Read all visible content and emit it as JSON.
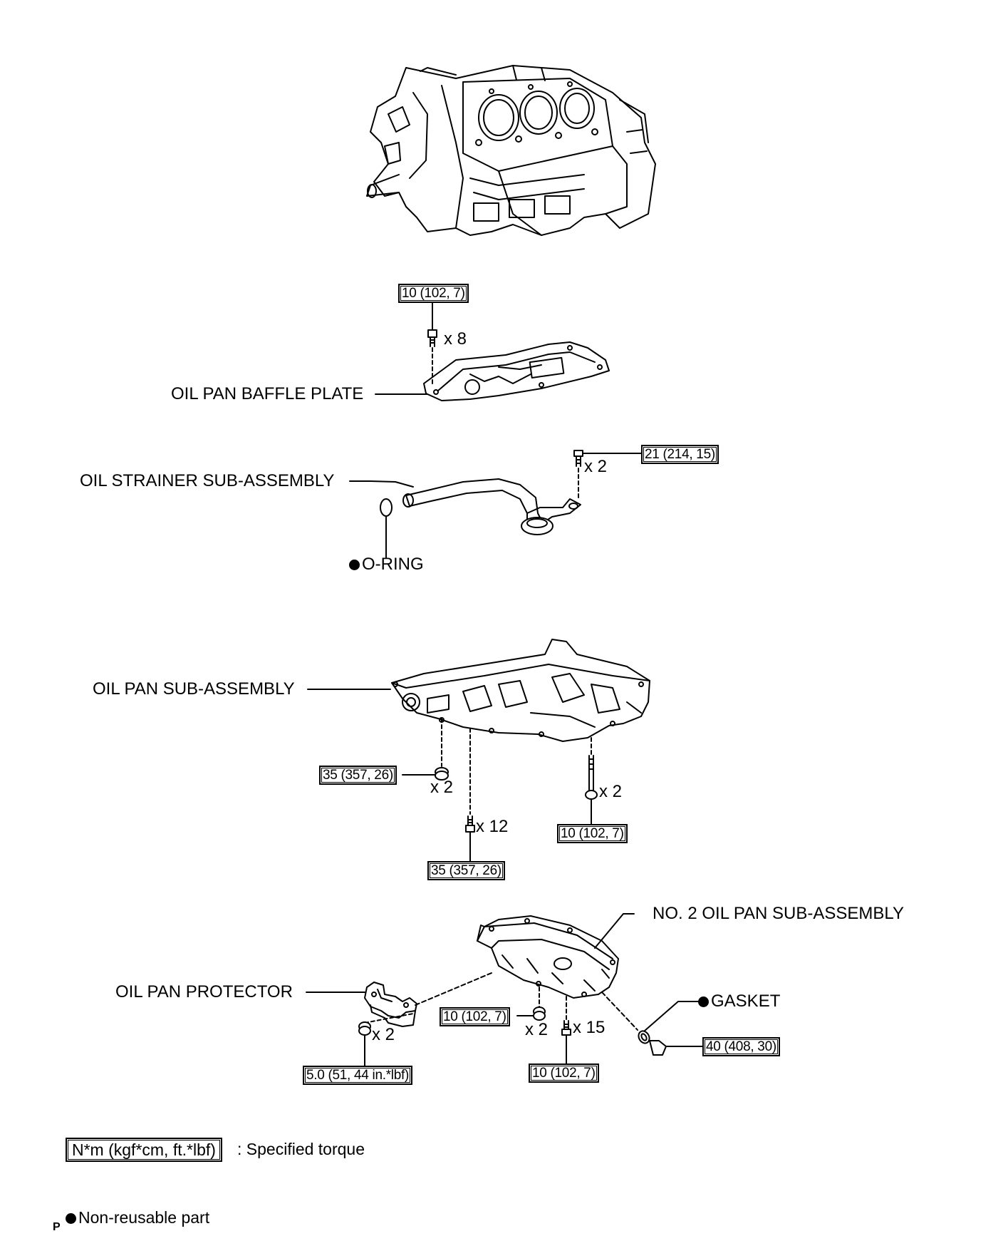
{
  "labels": {
    "baffle_plate": "OIL PAN BAFFLE PLATE",
    "strainer": "OIL STRAINER SUB-ASSEMBLY",
    "o_ring": "O-RING",
    "oil_pan": "OIL PAN SUB-ASSEMBLY",
    "no2_oil_pan": "NO. 2 OIL PAN SUB-ASSEMBLY",
    "protector": "OIL PAN PROTECTOR",
    "gasket": "GASKET"
  },
  "torques": {
    "baffle_bolts": "10 (102, 7)",
    "strainer_bolts": "21 (214, 15)",
    "pan_nuts": "35 (357, 26)",
    "pan_bolts_12": "35 (357, 26)",
    "pan_studs": "10 (102, 7)",
    "no2_nuts": "10 (102, 7)",
    "no2_bolts": "10 (102, 7)",
    "protector_nuts": "5.0 (51, 44 in.*lbf)",
    "drain_plug": "40 (408, 30)"
  },
  "quantities": {
    "baffle": "x 8",
    "strainer": "x 2",
    "pan_nuts": "x 2",
    "pan_bolts": "x 12",
    "pan_studs": "x 2",
    "no2_nuts": "x 2",
    "no2_bolts": "x 15",
    "protector_nuts": "x 2"
  },
  "legend": {
    "torque_unit": "N*m (kgf*cm, ft.*lbf)",
    "torque_desc": ": Specified torque",
    "non_reusable": "Non-reusable part"
  },
  "footer": {
    "page_mark": "P"
  }
}
